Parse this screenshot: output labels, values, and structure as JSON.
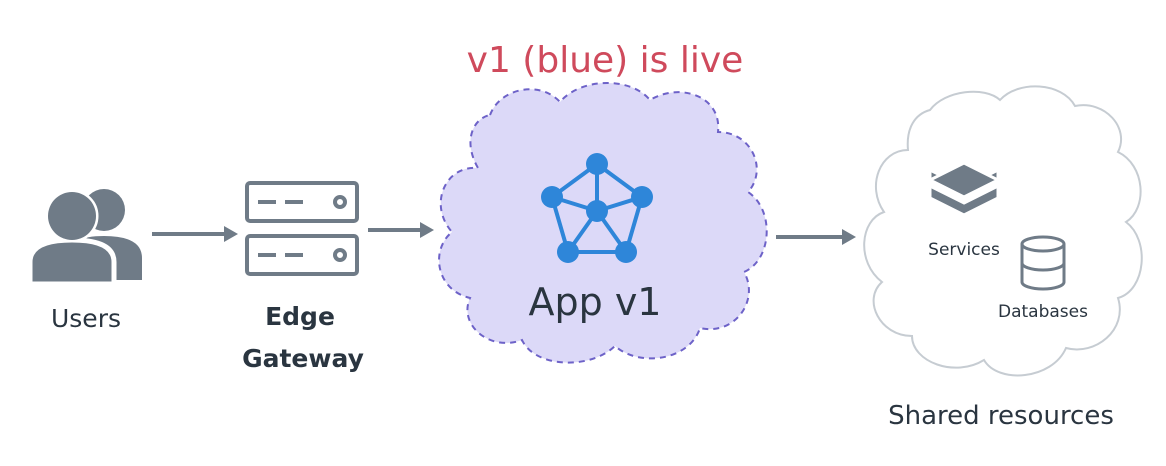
{
  "headline": "v1 (blue) is live",
  "nodes": {
    "users": {
      "label": "Users"
    },
    "gateway": {
      "label_line1": "Edge",
      "label_line2": "Gateway"
    },
    "app": {
      "label": "App v1"
    },
    "shared": {
      "title": "Shared resources",
      "services_label": "Services",
      "databases_label": "Databases"
    }
  },
  "colors": {
    "headline": "#cf4a5c",
    "icon_gray": "#6f7b87",
    "arrow": "#6f7b87",
    "text_dark": "#2a3540",
    "app_cloud_fill": "#dcd9f8",
    "app_cloud_stroke": "#6d62c8",
    "network_blue": "#2e86d9",
    "shared_cloud_stroke": "#c6ccd2"
  },
  "icons": {
    "users": "users-icon",
    "gateway": "server-stack-icon",
    "app": "network-graph-icon",
    "services": "layers-icon",
    "databases": "database-icon"
  }
}
